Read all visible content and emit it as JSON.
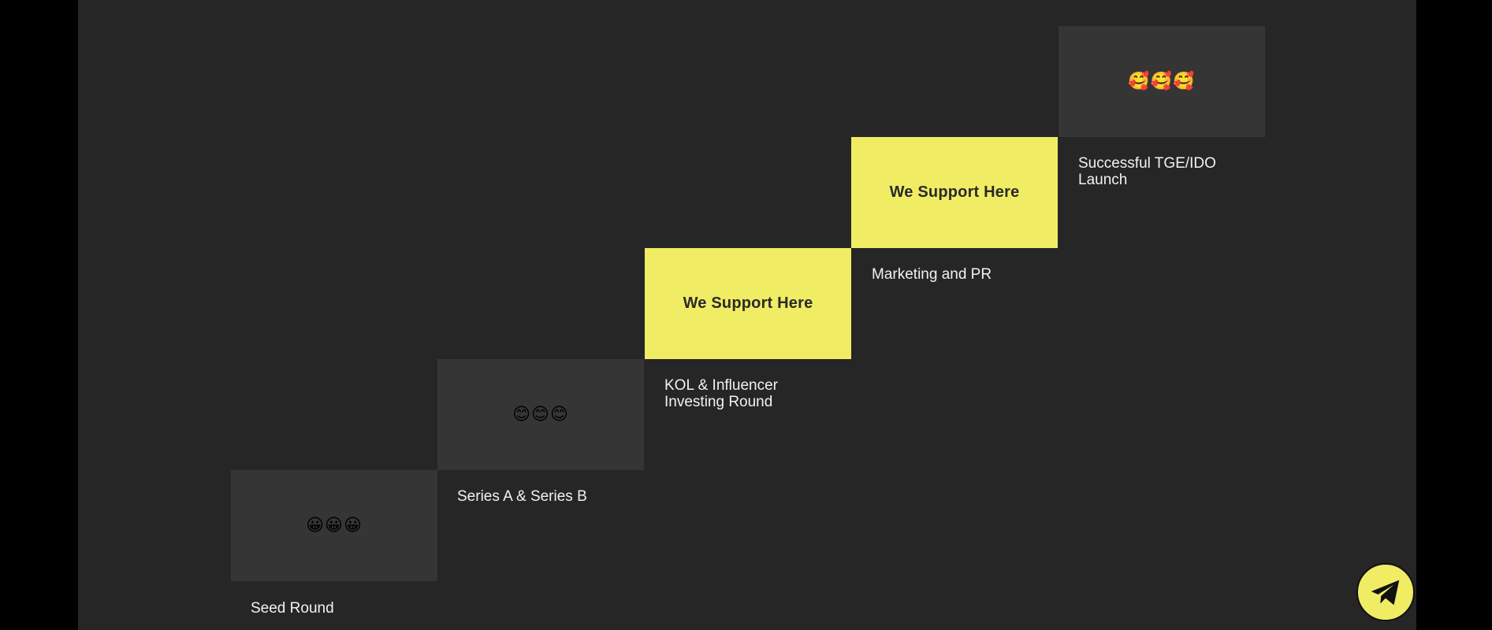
{
  "colors": {
    "background": "#262626",
    "block_dark": "#353535",
    "block_highlight": "#F0EC64",
    "text": "#F2F2F2"
  },
  "steps": [
    {
      "emoji": "😀😀😀",
      "caption": "Seed Round"
    },
    {
      "emoji": "😊😊😊",
      "caption": "Series A & Series B"
    },
    {
      "highlight": "We Support Here",
      "caption": "KOL & Influencer Investing Round"
    },
    {
      "highlight": "We Support Here",
      "caption": "Marketing and PR"
    },
    {
      "emoji": "🥰🥰🥰",
      "caption": "Successful TGE/IDO Launch"
    }
  ],
  "fab": {
    "icon": "telegram-icon"
  }
}
